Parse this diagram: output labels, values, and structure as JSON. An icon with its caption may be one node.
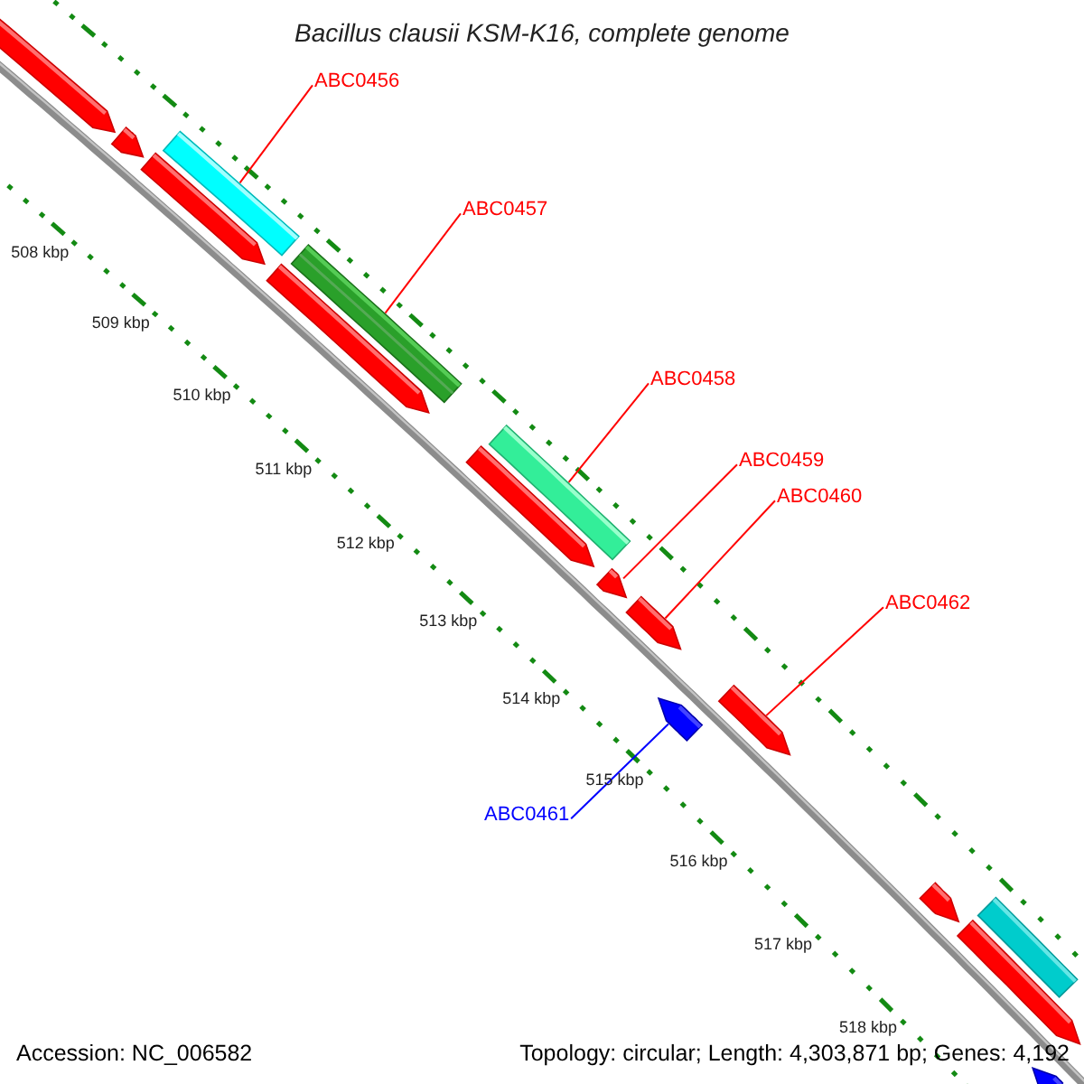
{
  "diagram": {
    "title": "Bacillus clausii KSM-K16, complete genome",
    "nodes": [
      {
        "text": [
          "ABC0456"
        ]
      },
      {
        "text": [
          "ABC0457"
        ]
      },
      {
        "text": [
          "ABC0458"
        ]
      },
      {
        "text": [
          "ABC0459"
        ]
      },
      {
        "text": [
          "ABC0460"
        ]
      },
      {
        "text": [
          "ABC0462"
        ]
      },
      {
        "text": [
          "ABC0461"
        ]
      },
      {
        "text": [],
        "shape": "pentagon"
      },
      {
        "text": [],
        "shape": "pentagon"
      },
      {
        "text": [],
        "shape": "bar"
      },
      {
        "text": [],
        "shape": "pentagon"
      },
      {
        "text": [],
        "shape": "bar"
      },
      {
        "text": [],
        "shape": "pentagon"
      },
      {
        "text": [],
        "shape": "bar"
      },
      {
        "text": [],
        "shape": "pentagon"
      },
      {
        "text": [],
        "shape": "pentagon"
      },
      {
        "text": [],
        "shape": "pentagon"
      },
      {
        "text": [],
        "shape": "pentagon"
      },
      {
        "text": [],
        "shape": "pentagon"
      },
      {
        "text": [],
        "shape": "pentagon"
      },
      {
        "text": [],
        "shape": "bar"
      },
      {
        "text": [],
        "shape": "pentagon"
      },
      {
        "text": [],
        "shape": "pentagon"
      }
    ],
    "edges": [
      {
        "from": 0,
        "to": 9,
        "arrow": "none"
      },
      {
        "from": 1,
        "to": 11,
        "arrow": "none"
      },
      {
        "from": 2,
        "to": 13,
        "arrow": "none"
      },
      {
        "from": 3,
        "to": 15,
        "arrow": "none"
      },
      {
        "from": 4,
        "to": 16,
        "arrow": "none"
      },
      {
        "from": 5,
        "to": 18,
        "arrow": "none"
      },
      {
        "from": 6,
        "to": 17,
        "arrow": "none",
        "color": "#0000ff"
      }
    ],
    "labels": [
      "508 kbp",
      "509 kbp",
      "510 kbp",
      "511 kbp",
      "512 kbp",
      "513 kbp",
      "514 kbp",
      "515 kbp",
      "516 kbp",
      "517 kbp",
      "518 kbp",
      "Accession: NC_006582",
      "Topology: circular; Length: 4,303,871 bp; Genes: 4,192"
    ]
  }
}
